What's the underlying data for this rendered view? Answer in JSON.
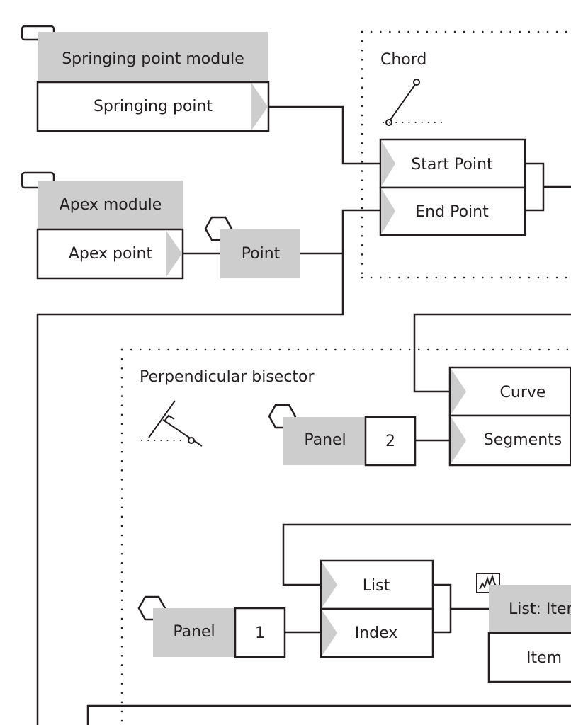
{
  "springing_module": {
    "title": "Springing point module",
    "output": "Springing point"
  },
  "apex_module": {
    "title": "Apex module",
    "output": "Apex point"
  },
  "point_param": {
    "label": "Point"
  },
  "chord": {
    "label": "Chord",
    "start_input": "Start Point",
    "end_input": "End Point"
  },
  "bisector": {
    "label": "Perpendicular bisector"
  },
  "curve_component": {
    "curve_input": "Curve",
    "segments_input": "Segments"
  },
  "panel_top": {
    "label": "Panel",
    "value": "2"
  },
  "panel_bottom": {
    "label": "Panel",
    "value": "1"
  },
  "list_component": {
    "list_input": "List",
    "index_input": "Index"
  },
  "list_item": {
    "title": "List: Item",
    "output": "Item"
  }
}
